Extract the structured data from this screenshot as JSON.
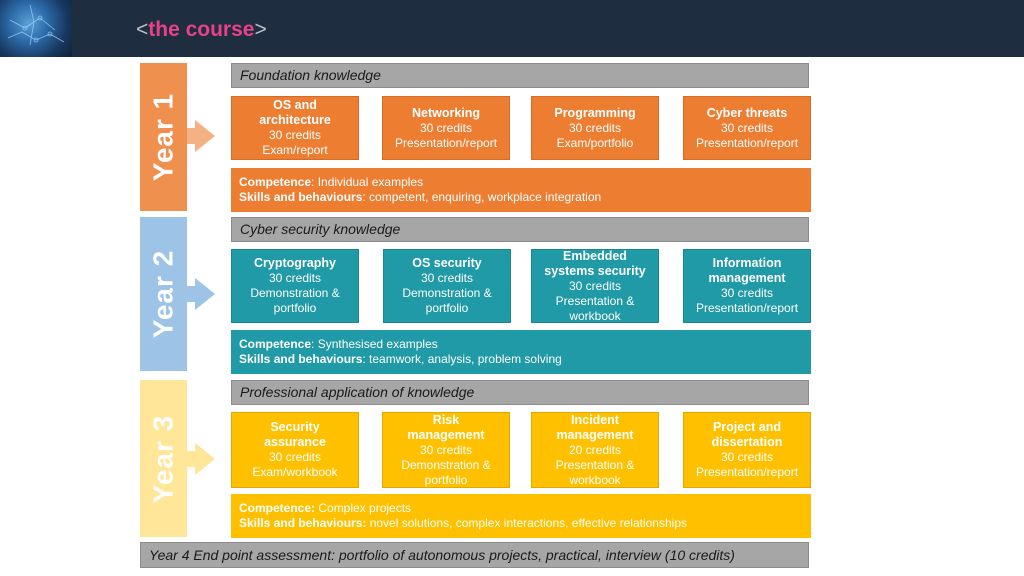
{
  "header": {
    "title_open": "<",
    "title": "the course",
    "title_close": ">",
    "colors": {
      "bar": "#1f2d40",
      "title": "#e8418a"
    }
  },
  "colors": {
    "year1": "#ed7d31",
    "year2": "#1f9aa6",
    "year3": "#ffc000",
    "band": "#a6a6a6"
  },
  "years": [
    {
      "label": "Year 1",
      "band": "Foundation knowledge",
      "modules": [
        {
          "name": "OS and architecture",
          "credits": "30 credits",
          "assessment": "Exam/report"
        },
        {
          "name": "Networking",
          "credits": "30 credits",
          "assessment": "Presentation/report"
        },
        {
          "name": "Programming",
          "credits": "30 credits",
          "assessment": "Exam/portfolio"
        },
        {
          "name": "Cyber threats",
          "credits": "30 credits",
          "assessment": "Presentation/report"
        }
      ],
      "competence_label": "Competence",
      "competence": ": Individual examples",
      "skills_label": "Skills and behaviours",
      "skills": ": competent, enquiring, workplace integration"
    },
    {
      "label": "Year 2",
      "band": "Cyber security knowledge",
      "modules": [
        {
          "name": "Cryptography",
          "credits": "30 credits",
          "assessment": "Demonstration & portfolio"
        },
        {
          "name": "OS security",
          "credits": "30 credits",
          "assessment": "Demonstration & portfolio"
        },
        {
          "name": "Embedded systems security",
          "credits": "30 credits",
          "assessment": "Presentation & workbook"
        },
        {
          "name": "Information management",
          "credits": "30 credits",
          "assessment": "Presentation/report"
        }
      ],
      "competence_label": "Competence",
      "competence": ": Synthesised examples",
      "skills_label": "Skills and behaviours",
      "skills": ": teamwork, analysis, problem solving"
    },
    {
      "label": "Year 3",
      "band": "Professional application of knowledge",
      "modules": [
        {
          "name": "Security assurance",
          "credits": "30 credits",
          "assessment": "Exam/workbook"
        },
        {
          "name": "Risk management",
          "credits": "30 credits",
          "assessment": "Demonstration & portfolio"
        },
        {
          "name": "Incident management",
          "credits": "20 credits",
          "assessment": "Presentation & workbook"
        },
        {
          "name": "Project and dissertation",
          "credits": "30 credits",
          "assessment": "Presentation/report"
        }
      ],
      "competence_label": "Competence:",
      "competence": " Complex projects",
      "skills_label": "Skills and behaviours:",
      "skills": " novel solutions, complex interactions, effective relationships"
    }
  ],
  "footer": "Year 4 End point assessment: portfolio of autonomous projects, practical, interview (10 credits)"
}
